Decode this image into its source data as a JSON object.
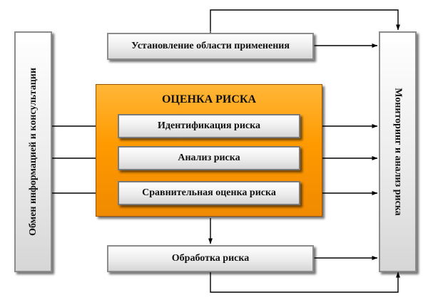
{
  "boxes": {
    "scope": "Установление области применения",
    "assessment_title": "ОЦЕНКА РИСКА",
    "identification": "Идентификация риска",
    "analysis": "Анализ риска",
    "evaluation": "Сравнительная оценка риска",
    "treatment": "Обработка риска",
    "communication": "Обмен информацией и консультации",
    "monitoring": "Мониторинг и анализ риска"
  },
  "colors": {
    "assessment_fill": "#ff9a00",
    "box_fill": "#e6e6e6",
    "connector": "#000000"
  }
}
